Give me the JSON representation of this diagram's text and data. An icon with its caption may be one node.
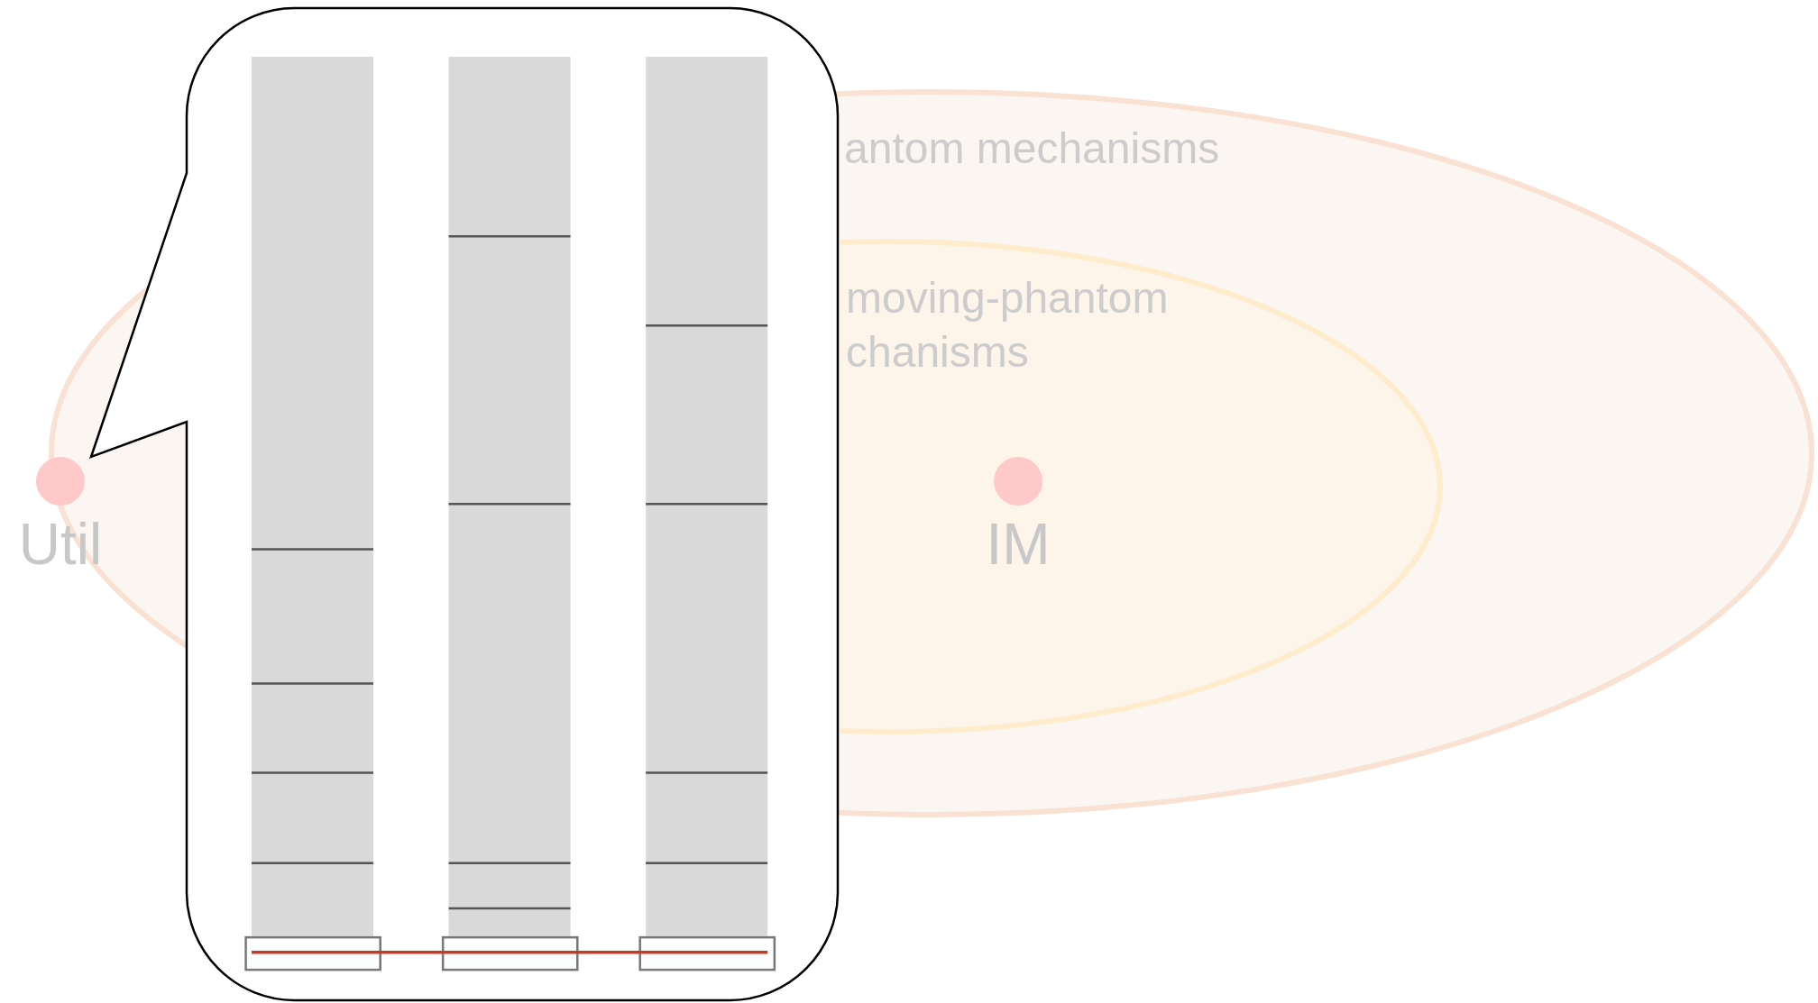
{
  "diagram": {
    "nodes": [
      {
        "text": [
          "antom mechanisms"
        ]
      },
      {
        "text": [
          "moving-phantom chanisms"
        ],
        "in": 0
      },
      {
        "text": [],
        "shape": "circle",
        "beside": [
          "IM"
        ],
        "in": 1
      },
      {
        "text": [],
        "shape": "circle",
        "beside": [
          "Util"
        ]
      }
    ]
  }
}
